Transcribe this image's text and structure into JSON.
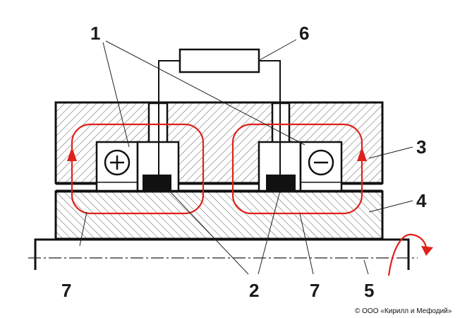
{
  "labels": {
    "l1": "1",
    "l2": "2",
    "l3": "3",
    "l4": "4",
    "l5": "5",
    "l6": "6",
    "l7a": "7",
    "l7b": "7"
  },
  "symbols": {
    "plus": "+",
    "minus": "−"
  },
  "copyright": "© ООО «Кирилл и Мефодий»",
  "colors": {
    "line": "#111111",
    "current": "#e0201a"
  }
}
